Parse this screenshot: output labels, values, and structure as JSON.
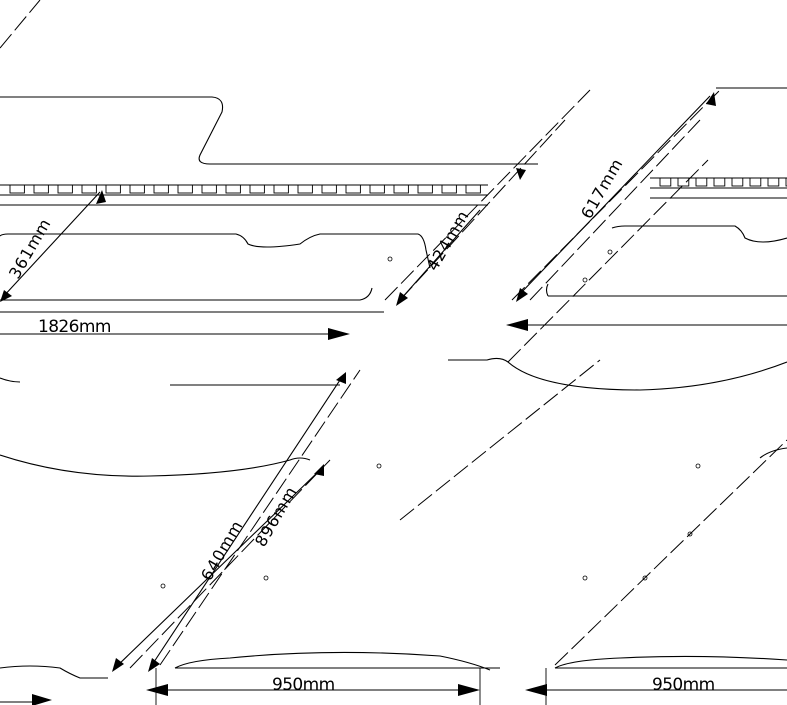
{
  "dimensions": {
    "bed_width_upper": "1826mm",
    "panel_width_left": "950mm",
    "panel_width_right": "950mm",
    "diag_upper_left": "361mm",
    "diag_upper_middle": "424mm",
    "diag_upper_right": "617mm",
    "diag_lower_a": "640mm",
    "diag_lower_b": "896mm"
  },
  "colors": {
    "line": "#000000",
    "background": "#ffffff"
  }
}
